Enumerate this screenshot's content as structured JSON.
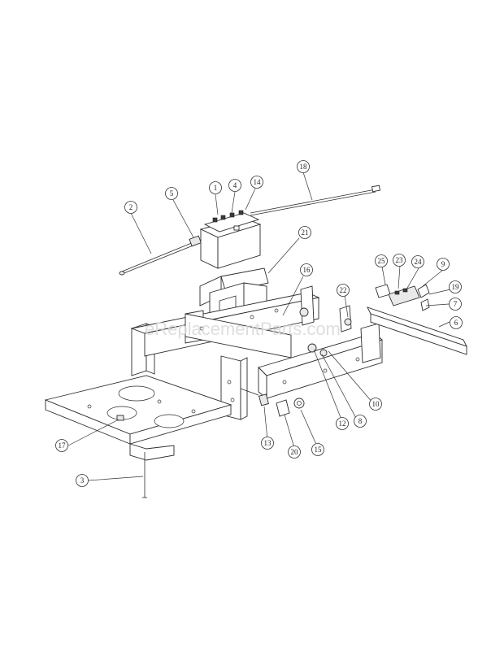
{
  "watermark": "eReplacementParts.com",
  "callouts": [
    {
      "label": "1"
    },
    {
      "label": "2"
    },
    {
      "label": "3"
    },
    {
      "label": "4"
    },
    {
      "label": "5"
    },
    {
      "label": "6"
    },
    {
      "label": "7"
    },
    {
      "label": "8"
    },
    {
      "label": "9"
    },
    {
      "label": "10"
    },
    {
      "label": "12"
    },
    {
      "label": "13"
    },
    {
      "label": "14"
    },
    {
      "label": "15"
    },
    {
      "label": "16"
    },
    {
      "label": "17"
    },
    {
      "label": "18"
    },
    {
      "label": "19"
    },
    {
      "label": "20"
    },
    {
      "label": "21"
    },
    {
      "label": "22"
    },
    {
      "label": "23"
    },
    {
      "label": "24"
    },
    {
      "label": "25"
    }
  ]
}
